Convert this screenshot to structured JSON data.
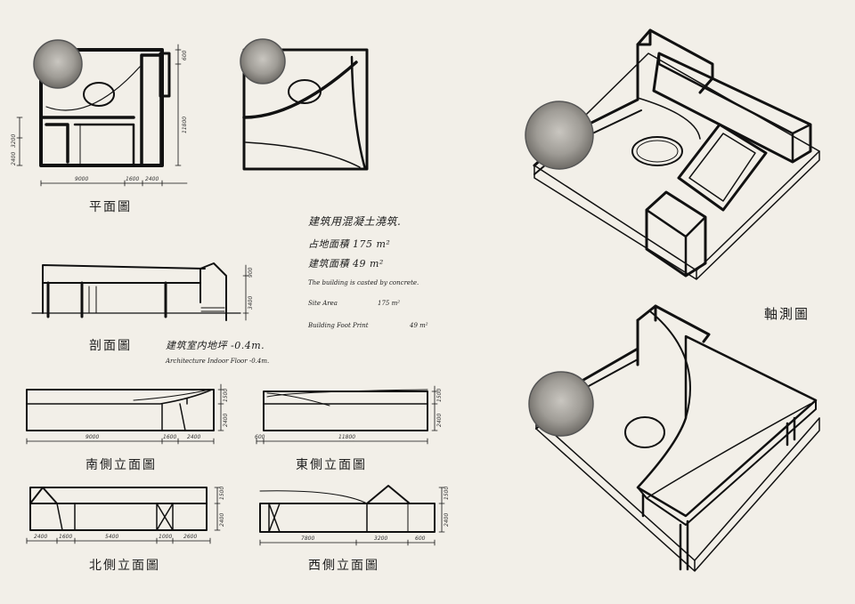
{
  "drawing_title": "軸測圖",
  "captions": {
    "plan": "平面圖",
    "section": "剖面圖",
    "south_elevation": "南側立面圖",
    "east_elevation": "東側立面圖",
    "north_elevation": "北側立面圖",
    "west_elevation": "西側立面圖"
  },
  "notes": {
    "material_cn": "建筑用混凝土澆筑.",
    "site_area_cn": "占地面積 175 m²",
    "building_area_cn": "建筑面積 49 m²",
    "material_en": "The building is casted by concrete.",
    "site_area_en_label": "Site Area",
    "site_area_en_value": "175 m²",
    "footprint_en_label": "Building Foot Print",
    "footprint_en_value": "49 m²",
    "indoor_floor_cn": "建筑室内地坪 -0.4m.",
    "indoor_floor_en": "Architecture Indoor Floor -0.4m."
  },
  "dimensions": {
    "plan_bottom": [
      "9000",
      "1600",
      "2400"
    ],
    "plan_left": [
      "2400",
      "3200"
    ],
    "plan_top_right": "600",
    "plan_right": "11800",
    "section_right": [
      "900",
      "3400"
    ],
    "south_bottom": [
      "9000",
      "1600",
      "2400"
    ],
    "south_right": [
      "1500",
      "2400"
    ],
    "east_bottom": [
      "600",
      "11800"
    ],
    "east_right": [
      "1500",
      "2400"
    ],
    "north_bottom": [
      "2400",
      "1600",
      "5400",
      "1000",
      "2600"
    ],
    "north_right": [
      "1500",
      "2400"
    ],
    "west_bottom": [
      "7800",
      "3200",
      "600"
    ],
    "west_right": [
      "1500",
      "2400"
    ]
  }
}
